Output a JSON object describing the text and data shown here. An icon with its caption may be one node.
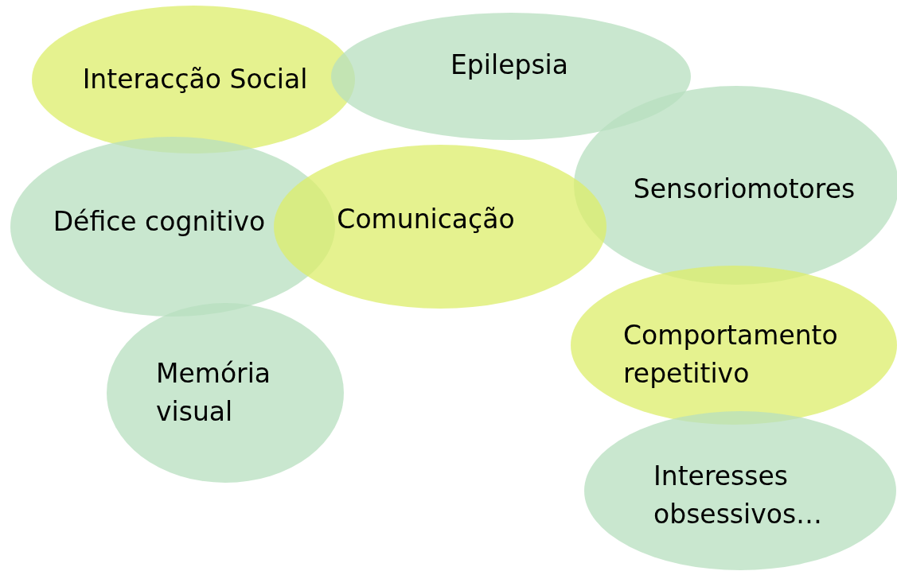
{
  "diagram": {
    "nodes": [
      {
        "text": [
          "Interacção Social"
        ]
      },
      {
        "text": [
          "Epilepsia"
        ]
      },
      {
        "text": [
          "Sensoriomotores"
        ]
      },
      {
        "text": [
          "Défice cognitivo"
        ]
      },
      {
        "text": [
          "Comunicação"
        ]
      },
      {
        "text": [
          "Comportamento repetitivo"
        ]
      },
      {
        "text": [
          "Memória visual"
        ]
      },
      {
        "text": [
          "Interesses obsessivos…"
        ]
      }
    ]
  }
}
